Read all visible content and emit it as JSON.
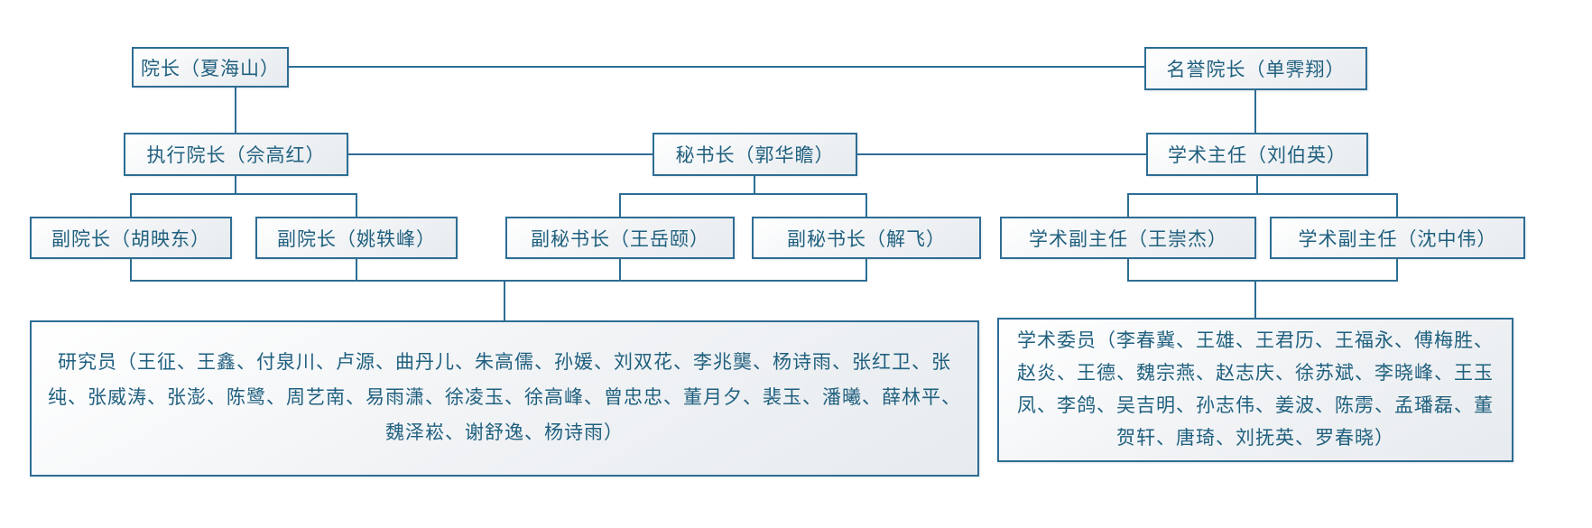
{
  "palette": {
    "line_color": "#2e6d94",
    "border_color": "#2e6d94",
    "text_color": "#20607f",
    "box_fill_top": "#ffffff",
    "box_fill_bottom": "#e7ebef"
  },
  "org": {
    "dean": "院长（夏海山）",
    "honorary_dean": "名誉院长（单霁翔）",
    "executive_dean": "执行院长（佘高红）",
    "secretary_general": "秘书长（郭华瞻）",
    "academic_director": "学术主任（刘伯英）",
    "vice_dean_1": "副院长（胡映东）",
    "vice_dean_2": "副院长（姚轶峰）",
    "deputy_secretary_general_1": "副秘书长（王岳颐）",
    "deputy_secretary_general_2": "副秘书长（解飞）",
    "deputy_academic_director_1": "学术副主任（王崇杰）",
    "deputy_academic_director_2": "学术副主任（沈中伟）",
    "researchers": "研究员（王征、王鑫、付泉川、卢源、曲丹儿、朱高儒、孙媛、刘双花、李兆龑、杨诗雨、张红卫、张纯、张威涛、张澎、陈鹭、周艺南、易雨潇、徐凌玉、徐高峰、曾忠忠、董月夕、裴玉、潘曦、薛林平、魏泽崧、谢舒逸、杨诗雨）",
    "academic_committee": "学术委员（李春冀、王雄、王君历、王福永、傅梅胜、赵炎、王德、魏宗燕、赵志庆、徐苏斌、李晓峰、王玉凤、李鸽、吴吉明、孙志伟、姜波、陈雳、孟璠磊、董贺轩、唐琦、刘抚英、罗春晓）"
  }
}
